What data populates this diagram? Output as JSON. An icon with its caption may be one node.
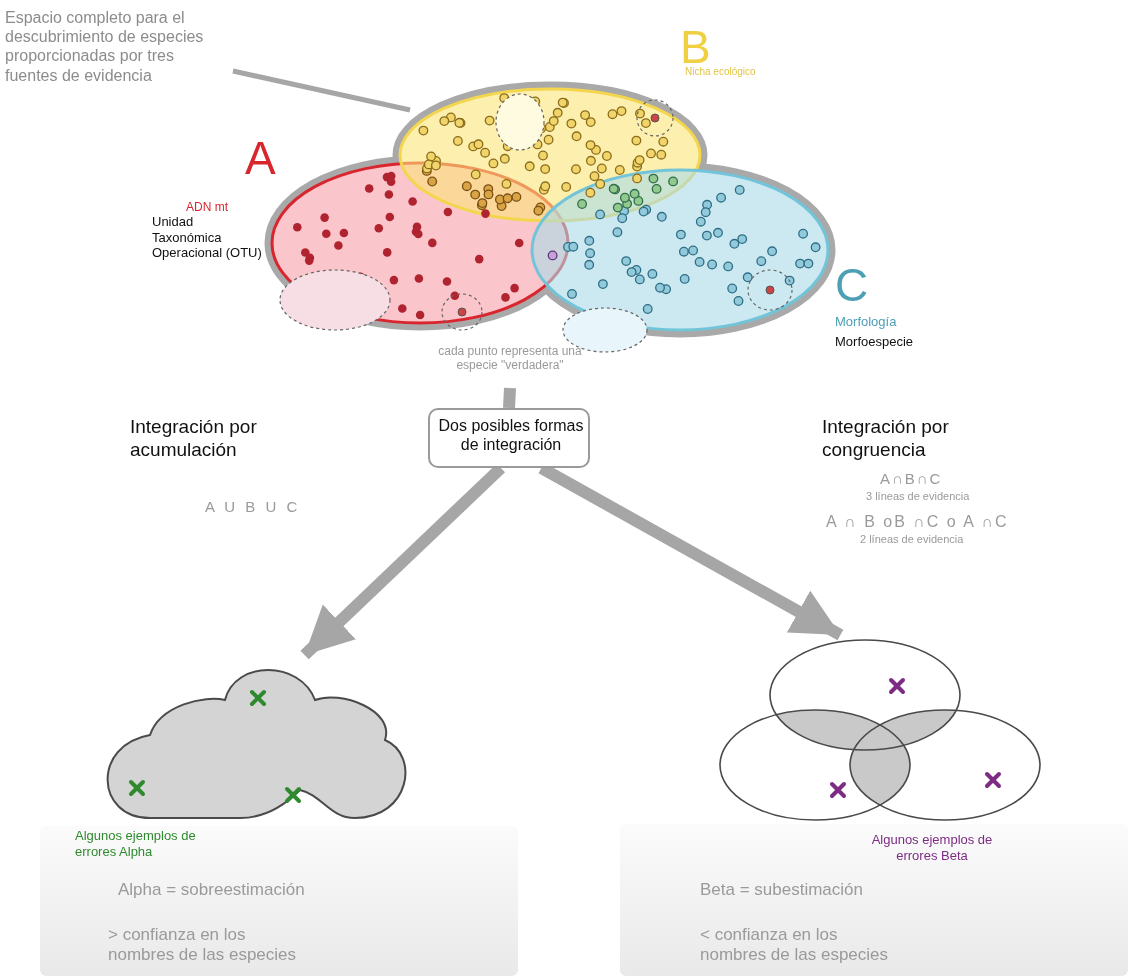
{
  "diagram": {
    "nodes": [
      {
        "text": [
          "Espacio completo para el descubrimiento de especies proporcionadas por tres fuentes de evidencia"
        ]
      },
      {
        "text": [
          "A",
          "ADN mt",
          "Unidad Taxonómica Operacional (OTU)"
        ]
      },
      {
        "text": [
          "B",
          "Nicha ecológico"
        ]
      },
      {
        "text": [
          "C",
          "Morfología",
          "Morfoespecie"
        ]
      },
      {
        "text": [
          "cada punto representa una especie \"verdadera\""
        ]
      },
      {
        "text": [
          "Dos posibles formas de integración"
        ]
      },
      {
        "text": [],
        "shape": "cloud"
      },
      {
        "text": [],
        "shape": "circle"
      },
      {
        "text": [
          "Alpha = sobreestimación",
          "> confianza en los nombres de las especies"
        ]
      },
      {
        "text": [
          "Beta = subestimación",
          "< confianza en los nombres de las especies"
        ]
      }
    ],
    "edges": [
      {
        "from": 0,
        "to": null,
        "arrow": "none"
      },
      {
        "from": 4,
        "to": 5,
        "arrow": "none"
      },
      {
        "from": 5,
        "to": 6,
        "arrow": "to"
      },
      {
        "from": 5,
        "to": 7,
        "arrow": "to"
      }
    ],
    "labels": [
      "Integración por acumulación",
      "Integración por congruencia",
      "A U B U C",
      "A∩B∩C",
      "3 líneas de evidencia",
      "A ∩ B oB ∩C o A ∩C",
      "2 líneas de evidencia",
      "Algunos ejemplos de errores Alpha",
      "Algunos ejemplos de errores Beta"
    ]
  }
}
